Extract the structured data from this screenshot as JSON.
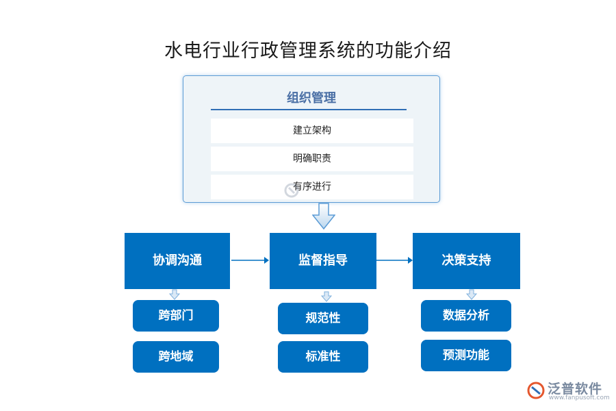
{
  "title": "水电行业行政管理系统的功能介绍",
  "org": {
    "title": "组织管理",
    "items": [
      "建立架构",
      "明确职责",
      "有序进行"
    ]
  },
  "main": [
    {
      "label": "协调沟通",
      "subs": [
        "跨部门",
        "跨地域"
      ]
    },
    {
      "label": "监督指导",
      "subs": [
        "规范性",
        "标准性"
      ]
    },
    {
      "label": "决策支持",
      "subs": [
        "数据分析",
        "预测功能"
      ]
    }
  ],
  "brand": {
    "name": "泛普软件",
    "url": "www.fanpusoft.com"
  },
  "colors": {
    "box": "#0070c0",
    "panel_border": "#5b9bd5",
    "panel_bg": "#eef4f8"
  }
}
